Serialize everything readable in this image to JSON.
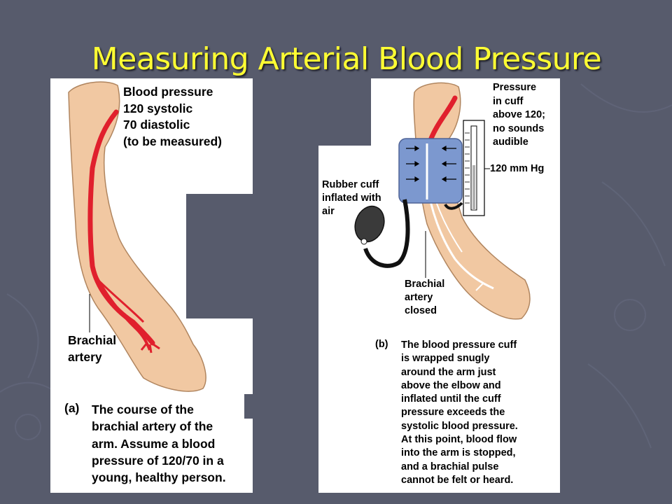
{
  "title": "Measuring Arterial Blood Pressure",
  "colors": {
    "background": "#575b6c",
    "title": "#ffff33",
    "panel": "#ffffff",
    "skin": "#f1c8a2",
    "artery": "#e0202d",
    "cuff": "#7c98cf",
    "bulb": "#3a3a3a",
    "tube": "#111111"
  },
  "icons": [
    "arm-illustration",
    "blood-pressure-cuff",
    "mercury-manometer",
    "inflation-bulb"
  ],
  "panel_a": {
    "bp_lines": [
      "Blood pressure",
      "120 systolic",
      "70 diastolic",
      "(to be measured)"
    ],
    "artery_label": [
      "Brachial",
      "artery"
    ],
    "caption_letter": "(a)",
    "caption_lines": [
      "The course of the",
      "brachial artery of the",
      "arm. Assume a blood",
      "pressure of 120/70 in a",
      "young, healthy person."
    ]
  },
  "panel_b": {
    "pressure_lines": [
      "Pressure",
      "in cuff",
      "above 120;",
      "no sounds",
      "audible"
    ],
    "gauge_label": "120 mm Hg",
    "cuff_label": [
      "Rubber cuff",
      "inflated with",
      "air"
    ],
    "artery_label": [
      "Brachial",
      "artery",
      "closed"
    ],
    "caption_letter": "(b)",
    "caption_lines": [
      "The blood pressure cuff",
      "is wrapped snugly",
      "around the arm just",
      "above the elbow and",
      "inflated until the cuff",
      "pressure exceeds the",
      "systolic blood pressure.",
      "At this point, blood flow",
      "into the arm is stopped,",
      "and a brachial pulse",
      "cannot be felt or heard."
    ]
  }
}
